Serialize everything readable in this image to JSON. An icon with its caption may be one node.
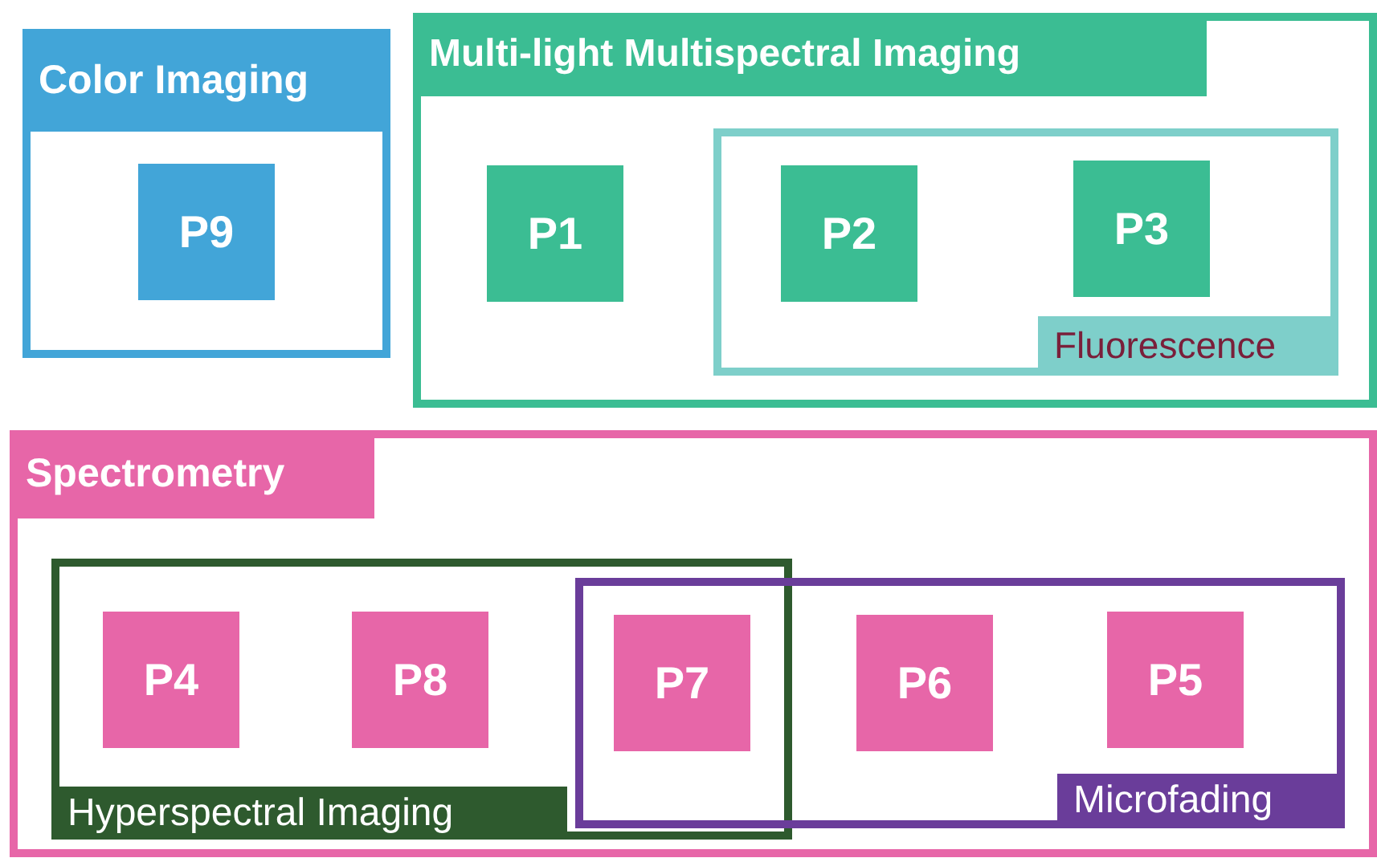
{
  "diagram": {
    "nodes": [
      {
        "text": [
          "Color Imaging"
        ]
      },
      {
        "text": [
          "P9"
        ],
        "in": 0
      },
      {
        "text": [
          "Multi-light Multispectral Imaging"
        ]
      },
      {
        "text": [
          "P1"
        ],
        "in": 2
      },
      {
        "text": [
          "Fluorescence"
        ],
        "in": 2
      },
      {
        "text": [
          "P2"
        ],
        "in": 4
      },
      {
        "text": [
          "P3"
        ],
        "in": 4
      },
      {
        "text": [
          "Spectrometry"
        ]
      },
      {
        "text": [
          "Hyperspectral Imaging"
        ],
        "in": 7
      },
      {
        "text": [
          "P4"
        ],
        "in": 8
      },
      {
        "text": [
          "P8"
        ],
        "in": 8
      },
      {
        "text": [
          "P7"
        ]
      },
      {
        "text": [
          "Microfading"
        ],
        "in": 7
      },
      {
        "text": [
          "P6"
        ],
        "in": 12
      },
      {
        "text": [
          "P5"
        ],
        "in": 12
      }
    ]
  }
}
